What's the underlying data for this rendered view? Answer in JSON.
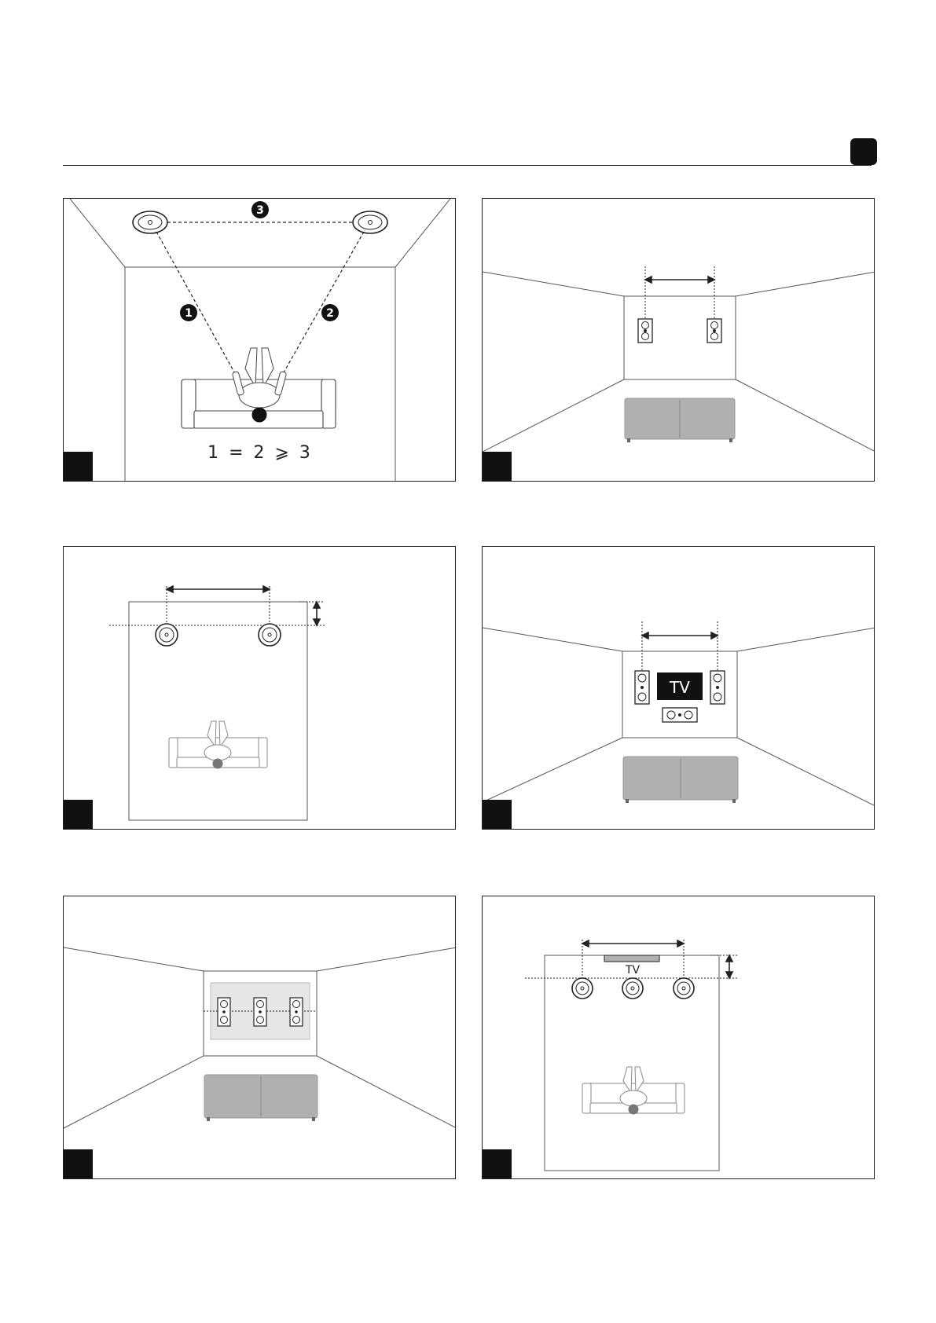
{
  "panel1": {
    "marker_1": "1",
    "marker_2": "2",
    "marker_3": "3",
    "relation": "1 = 2 ⩾ 3"
  },
  "tv_label": "TV",
  "colors": {
    "ink": "#222222",
    "sofa_gray": "#b0b0b0",
    "tv_black": "#111111",
    "screen_gray": "#e6e6e6"
  },
  "icons": [
    "ceiling-speaker-icon",
    "wall-speaker-icon",
    "center-speaker-icon",
    "sofa-icon",
    "listener-icon",
    "dimension-arrow-icon"
  ]
}
